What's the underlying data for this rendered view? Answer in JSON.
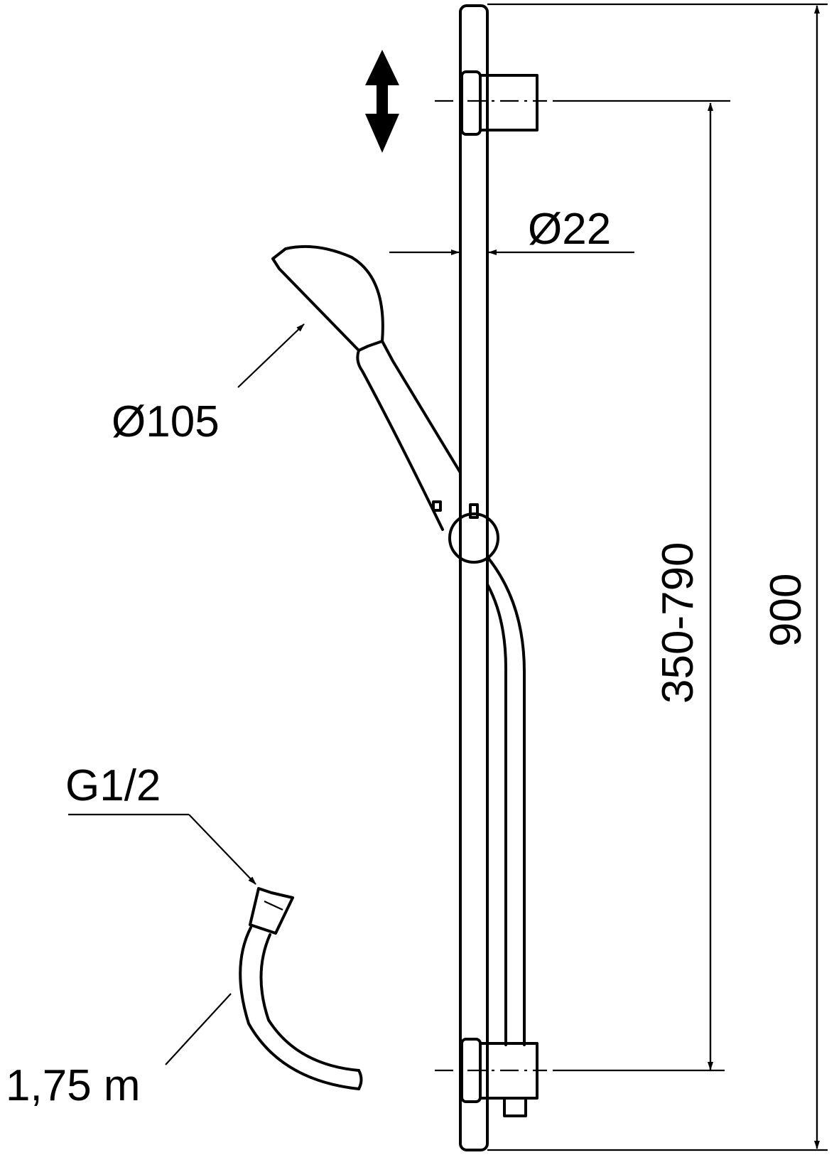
{
  "labels": {
    "rail_diameter": "Ø22",
    "head_diameter": "Ø105",
    "hose_connection": "G1/2",
    "hose_length": "1,75 m",
    "bracket_span": "350-790",
    "rail_length": "900"
  },
  "colors": {
    "line": "#000000",
    "background": "#ffffff"
  }
}
